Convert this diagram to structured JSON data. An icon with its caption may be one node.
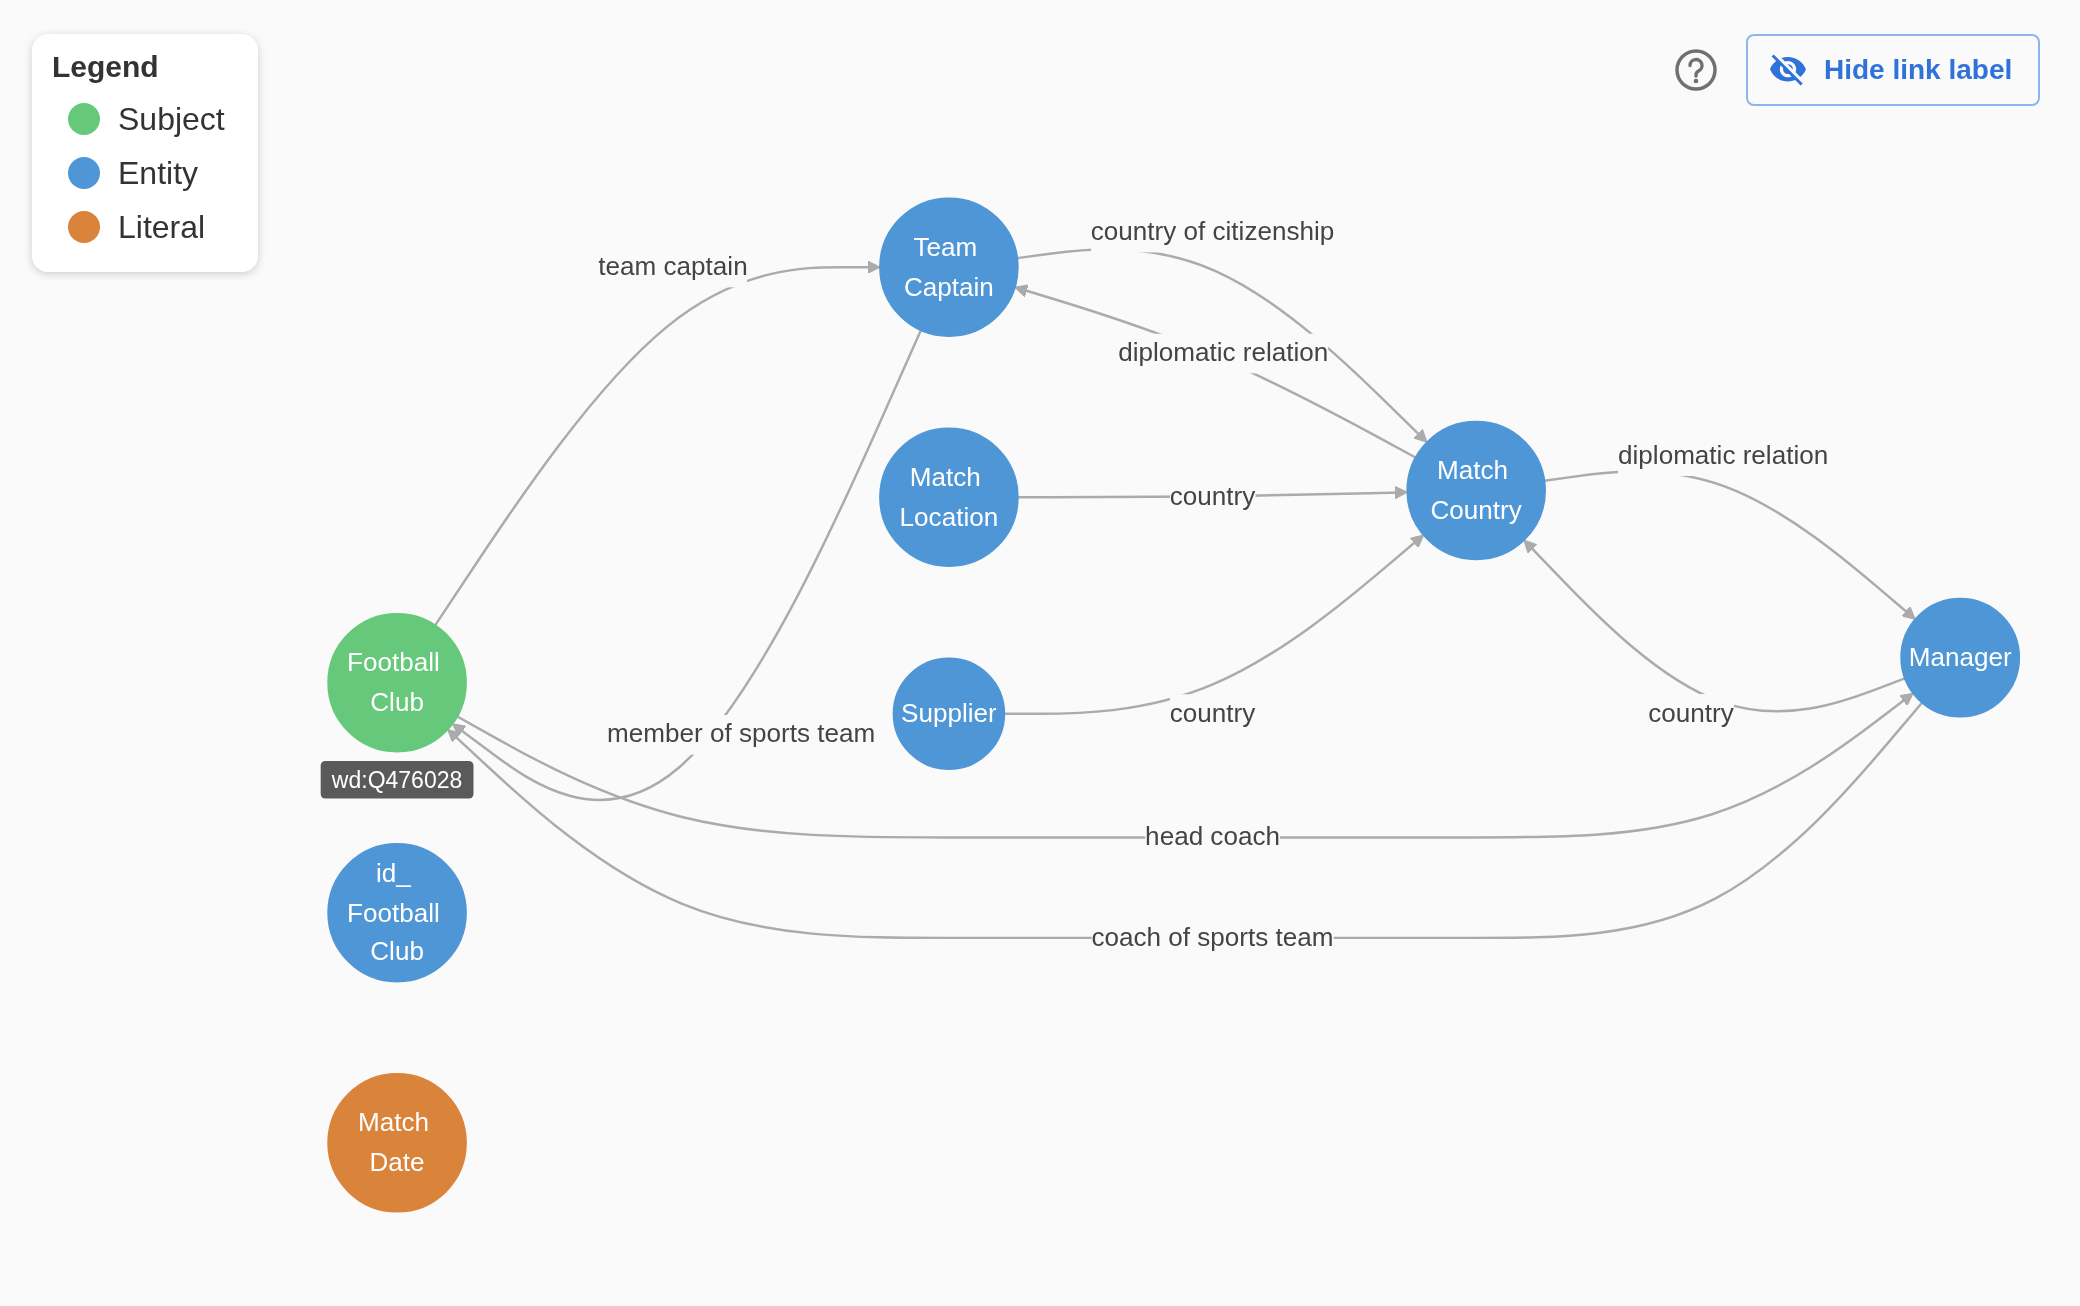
{
  "diagram": {
    "nodes": [
      {
        "text": [
          "id_ Football Club"
        ]
      },
      {
        "text": [
          "Football Club"
        ],
        "beside": [
          "wd:Q476028"
        ]
      },
      {
        "text": [
          "Team Captain"
        ]
      },
      {
        "text": [
          "Manager"
        ]
      },
      {
        "text": [
          "Match Date"
        ]
      },
      {
        "text": [
          "Match Location"
        ]
      },
      {
        "text": [
          "Match Country"
        ]
      },
      {
        "text": [
          "Supplier"
        ]
      }
    ],
    "edges": [
      {
        "from": 1,
        "to": 2,
        "arrow": "to",
        "label": "team captain"
      },
      {
        "from": 2,
        "to": 1,
        "arrow": "to",
        "label": "member of sports team"
      },
      {
        "from": 3,
        "to": 1,
        "arrow": "to",
        "label": "coach of sports team"
      },
      {
        "from": 1,
        "to": 3,
        "arrow": "to",
        "label": "head coach"
      },
      {
        "from": 6,
        "to": 2,
        "arrow": "to",
        "label": "diplomatic relation"
      },
      {
        "from": 2,
        "to": 6,
        "arrow": "to",
        "label": "country of citizenship"
      },
      {
        "from": 3,
        "to": 6,
        "arrow": "to",
        "label": "country"
      },
      {
        "from": 6,
        "to": 3,
        "arrow": "to",
        "label": "diplomatic relation"
      },
      {
        "from": 5,
        "to": 6,
        "arrow": "to",
        "label": "country"
      },
      {
        "from": 7,
        "to": 6,
        "arrow": "to",
        "label": "country"
      }
    ],
    "labels": [
      "Legend",
      "Hide link label"
    ],
    "legend": [
      {
        "text": "Subject",
        "color": "#66c87a"
      },
      {
        "text": "Entity",
        "color": "#4f96d6"
      },
      {
        "text": "Literal",
        "color": "#d9833b"
      }
    ]
  }
}
